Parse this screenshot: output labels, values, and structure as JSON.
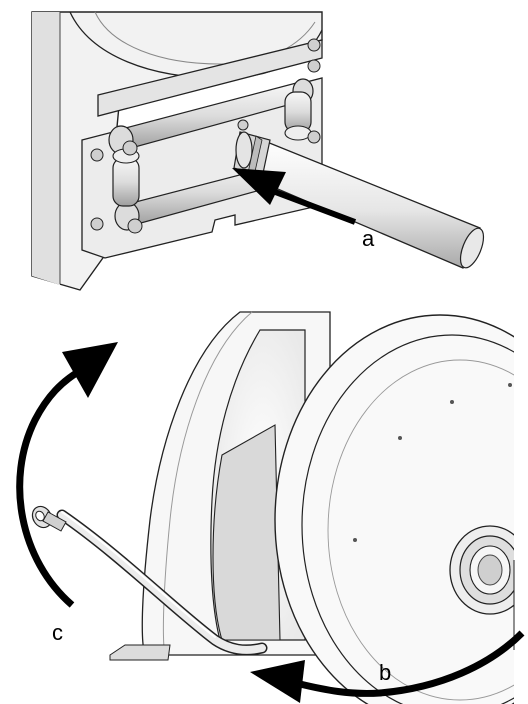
{
  "callouts": {
    "a": "a",
    "b": "b",
    "c": "c"
  },
  "colors": {
    "line": "#1a1a1a",
    "panel": "#f4f4f4",
    "panel_shade": "#d8d8d8",
    "shadow": "#bdbdbd",
    "arrow": "#000000"
  }
}
